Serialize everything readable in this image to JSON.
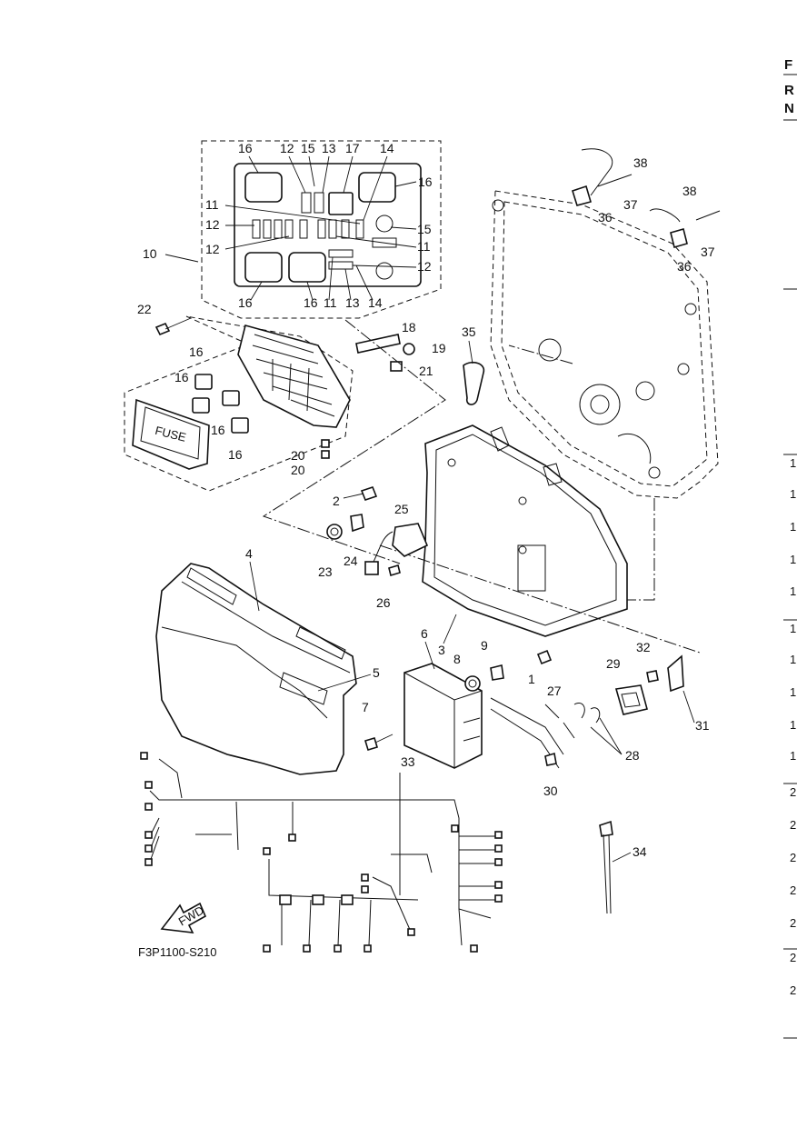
{
  "diagram": {
    "code": "F3P1100-S210",
    "fwd_label": "FWD",
    "fuse_label": "FUSE"
  },
  "fuse_box_inset": {
    "labels": [
      "16",
      "12",
      "15",
      "13",
      "17",
      "14",
      "16",
      "11",
      "12",
      "15",
      "12",
      "11",
      "12",
      "16",
      "16",
      "11",
      "13",
      "14"
    ]
  },
  "callouts": {
    "c1": "1",
    "c2": "2",
    "c3": "3",
    "c4": "4",
    "c5": "5",
    "c6": "6",
    "c7": "7",
    "c8": "8",
    "c9": "9",
    "c10": "10",
    "c16a": "16",
    "c16b": "16",
    "c16c": "16",
    "c16d": "16",
    "c18": "18",
    "c19": "19",
    "c20a": "20",
    "c20b": "20",
    "c21": "21",
    "c22": "22",
    "c23": "23",
    "c24": "24",
    "c25": "25",
    "c26": "26",
    "c27": "27",
    "c28": "28",
    "c29": "29",
    "c30": "30",
    "c31": "31",
    "c32": "32",
    "c33": "33",
    "c34": "34",
    "c35": "35",
    "c36a": "36",
    "c36b": "36",
    "c37a": "37",
    "c37b": "37",
    "c38a": "38",
    "c38b": "38"
  },
  "right_edge": {
    "header": [
      "F",
      "R",
      "N"
    ],
    "rows": [
      "1",
      "1",
      "1",
      "1",
      "1",
      "1",
      "1",
      "1",
      "1",
      "1",
      "2",
      "2",
      "2",
      "2",
      "2",
      "2",
      "2"
    ]
  }
}
